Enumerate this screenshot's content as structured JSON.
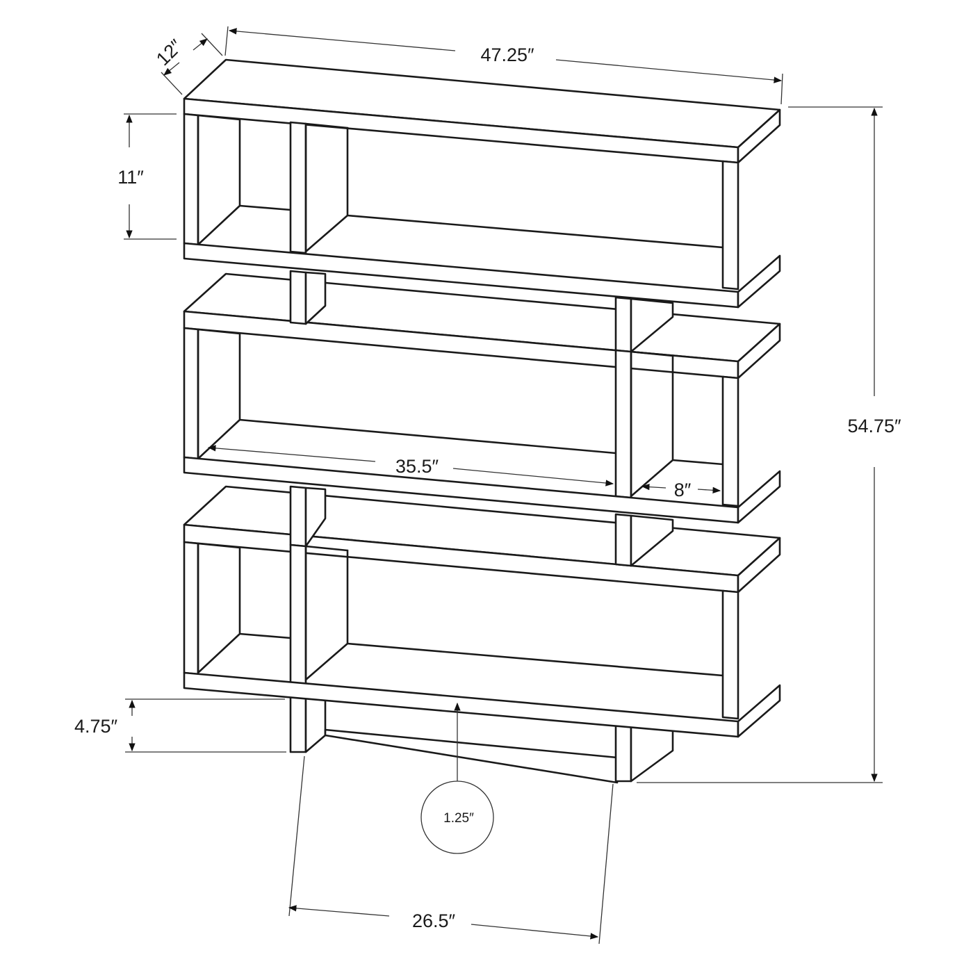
{
  "diagram": {
    "subject": "Three-tier offset bookshelf",
    "dimensions": {
      "depth": "12″",
      "width": "47.25″",
      "height": "54.75″",
      "shelf_height": "11″",
      "leg_height": "4.75″",
      "shelf_width": "35.5″",
      "side_compartment": "8″",
      "panel_thickness": "1.25″",
      "base_width": "26.5″"
    },
    "colors": {
      "line": "#1a1a1a",
      "background": "#ffffff"
    }
  }
}
